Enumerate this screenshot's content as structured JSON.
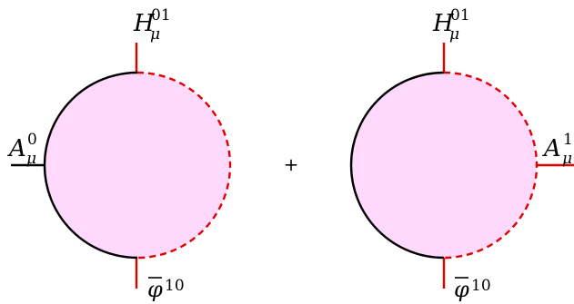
{
  "colors": {
    "blob_fill": "#ffd9fb",
    "solid_line": "#000000",
    "dashed_line": "#e00000",
    "leg_red": "#e00000",
    "leg_black": "#000000"
  },
  "diagrams": [
    {
      "top_label": {
        "base": "H",
        "sub": "μ",
        "sup": "01"
      },
      "side_label": {
        "base": "A",
        "sub": "μ",
        "sup": "0"
      },
      "side_leg_position": "left",
      "bottom_label": {
        "base": "φ",
        "sup": "10",
        "overline": true
      }
    },
    {
      "top_label": {
        "base": "H",
        "sub": "μ",
        "sup": "01"
      },
      "side_label": {
        "base": "A",
        "sub": "μ",
        "sup": "1"
      },
      "side_leg_position": "right",
      "bottom_label": {
        "base": "φ",
        "sup": "10",
        "overline": true
      }
    }
  ],
  "operator": "+"
}
